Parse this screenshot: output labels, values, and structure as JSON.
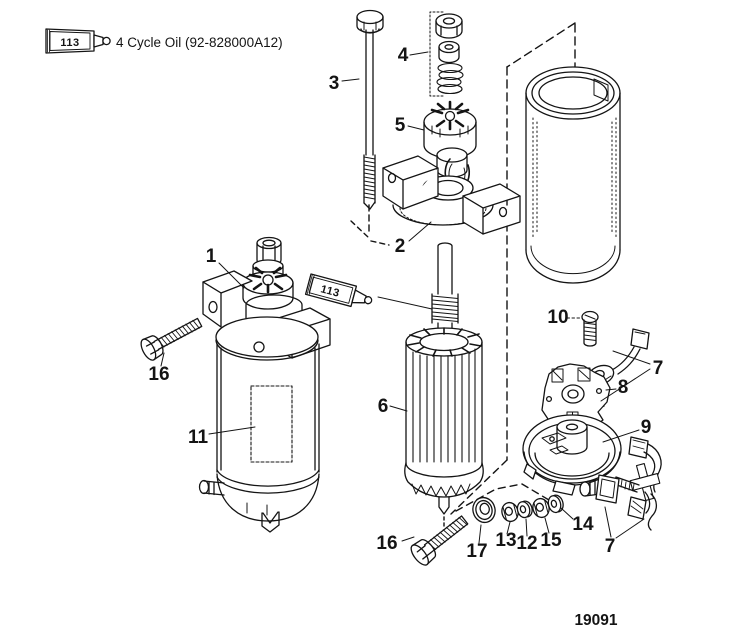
{
  "legend": {
    "tube_label": "113",
    "text": "4 Cycle Oil (92-828000A12)"
  },
  "inline_tube_label": "113",
  "drawing_number": "19091",
  "callouts": [
    {
      "number": "1"
    },
    {
      "number": "2"
    },
    {
      "number": "3"
    },
    {
      "number": "4"
    },
    {
      "number": "5"
    },
    {
      "number": "6"
    },
    {
      "number": "7"
    },
    {
      "number": "7"
    },
    {
      "number": "8"
    },
    {
      "number": "9"
    },
    {
      "number": "10"
    },
    {
      "number": "11"
    },
    {
      "number": "12"
    },
    {
      "number": "13"
    },
    {
      "number": "14"
    },
    {
      "number": "15"
    },
    {
      "number": "16"
    },
    {
      "number": "16"
    },
    {
      "number": "17"
    }
  ]
}
